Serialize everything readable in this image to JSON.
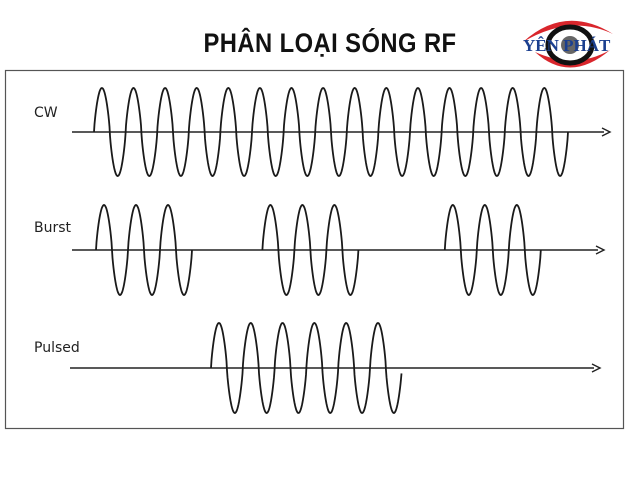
{
  "title": "PHÂN LOẠI SÓNG RF",
  "logo": {
    "text_left": "YÊN",
    "text_right": "PHÁT",
    "colors": {
      "red": "#d9262c",
      "blue": "#1b3f8f",
      "black": "#111111"
    }
  },
  "waves": [
    {
      "label": "CW",
      "bursts": [
        {
          "start_cycle": 0,
          "cycles": 15
        }
      ]
    },
    {
      "label": "Burst",
      "bursts": [
        {
          "start_cycle": 0,
          "cycles": 3
        },
        {
          "start_cycle": 5.2,
          "cycles": 3
        },
        {
          "start_cycle": 10.9,
          "cycles": 3
        }
      ]
    },
    {
      "label": "Pulsed",
      "bursts": [
        {
          "start_cycle": 0,
          "cycles": 6
        }
      ]
    }
  ]
}
